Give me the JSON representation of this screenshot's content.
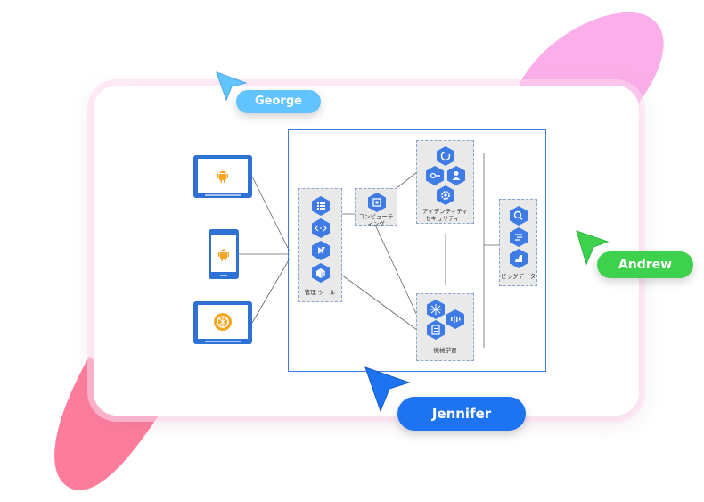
{
  "colors": {
    "pink_blob": "#fbaee9",
    "coral_blob": "#fd7c9b",
    "diagram_blue": "#3f7fe0",
    "hex_blue": "#3e7be4",
    "george": "#62c4ff",
    "andrew": "#3ed14d",
    "jennifer": "#1e73f0"
  },
  "collaborators": [
    {
      "name": "George"
    },
    {
      "name": "Andrew"
    },
    {
      "name": "Jennifer"
    }
  ],
  "diagram": {
    "devices": [
      {
        "type": "tablet-landscape",
        "icon": "android-icon"
      },
      {
        "type": "phone",
        "icon": "android-icon"
      },
      {
        "type": "tablet-landscape",
        "icon": "aperture-icon"
      }
    ],
    "groups": {
      "management_tools": "管理 ツール",
      "computing": "コンピューティング",
      "identity_security": "アイデンティティセキュリティー",
      "machine_learning": "機械学習",
      "big_data": "ビッグデータ"
    }
  }
}
